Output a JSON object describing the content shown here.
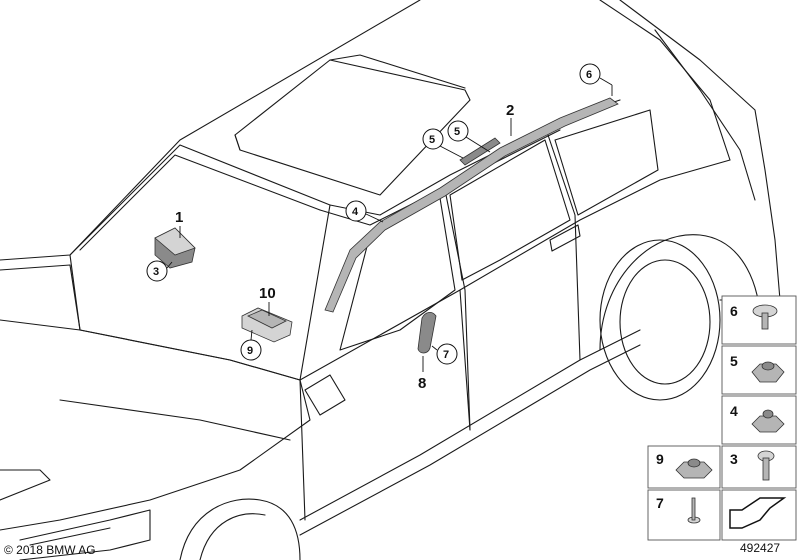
{
  "callouts": {
    "c1": "1",
    "c2": "2",
    "c3": "3",
    "c4": "4",
    "c5a": "5",
    "c5b": "5",
    "c6": "6",
    "c7": "7",
    "c8": "8",
    "c9": "9",
    "c10": "10"
  },
  "panel": {
    "p6": "6",
    "p5": "5",
    "p4": "4",
    "p9": "9",
    "p3": "3",
    "p7": "7"
  },
  "footer": {
    "copyright": "© 2018 BMW AG",
    "diagram_number": "492427"
  }
}
